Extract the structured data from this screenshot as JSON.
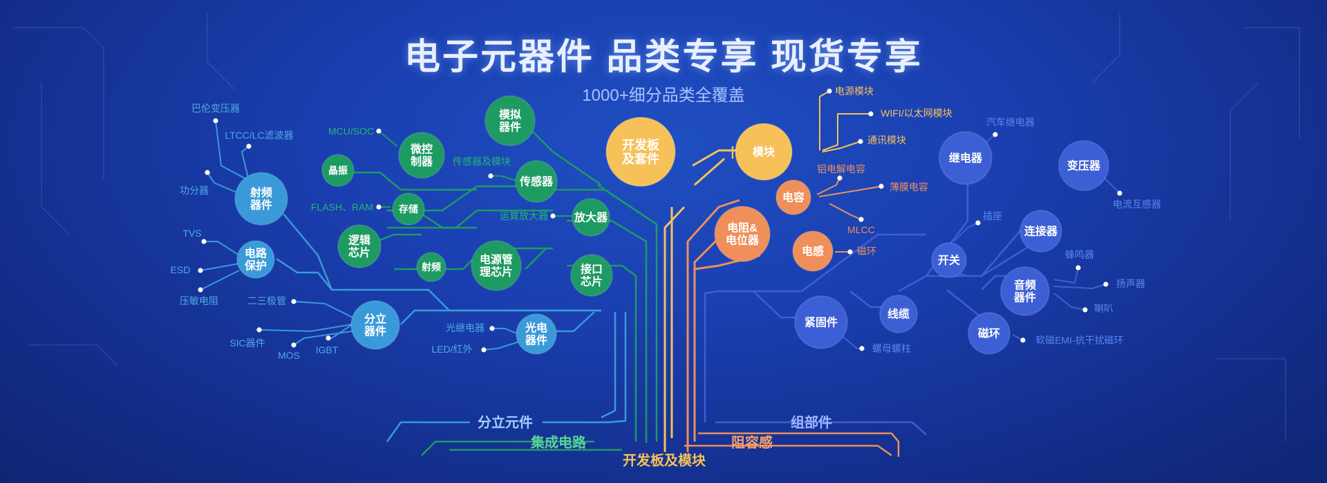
{
  "header": {
    "title": "电子元器件  品类专享  现货专享",
    "subtitle": "1000+细分品类全覆盖"
  },
  "colors": {
    "blue": "#3a9ad9",
    "green": "#1e9a63",
    "gold": "#f7c15a",
    "orange": "#ef8f5a",
    "indigo": "#3d5fd6"
  },
  "branches": {
    "discrete": "分立元件",
    "ic": "集成电路",
    "devboard": "开发板及模块",
    "passive": "阻容感",
    "assembly": "组部件"
  },
  "nodes": {
    "rf": "射频\n器件",
    "circuit_protect": "电路\n保护",
    "discrete_dev": "分立\n器件",
    "optoelectronic": "光电\n器件",
    "crystal": "晶振",
    "mcu": "微控\n制器",
    "analog": "模拟\n器件",
    "sensor": "传感器",
    "memory": "存储",
    "logic": "逻辑\n芯片",
    "rf_chip": "射频",
    "power_mgmt": "电源管\n理芯片",
    "amplifier": "放大器",
    "interface": "接口\n芯片",
    "devkit": "开发板\n及套件",
    "module": "模块",
    "capacitor": "电容",
    "resistor": "电阻&\n电位器",
    "inductor": "电感",
    "fastener": "紧固件",
    "cable": "线缆",
    "relay": "继电器",
    "transformer": "变压器",
    "switch": "开关",
    "connector": "连接器",
    "audio": "音频\n器件",
    "magnetic_ring": "磁环"
  },
  "leaves": {
    "balun": "巴伦变压器",
    "ltcc": "LTCC/LC滤波器",
    "divider": "功分器",
    "tvs": "TVS",
    "esd": "ESD",
    "varistor": "压敏电阻",
    "diode": "二三极管",
    "sic": "SIC器件",
    "mos": "MOS",
    "igbt": "IGBT",
    "photorelay": "光继电器",
    "led": "LED/红外",
    "mcu_soc": "MCU/SOC",
    "sensor_module": "传感器及模块",
    "flash_ram": "FLASH、RAM",
    "opamp": "运算放大器",
    "power_module": "电源模块",
    "wifi": "WIFI/以太网模块",
    "comm_module": "通讯模块",
    "al_cap": "铝电解电容",
    "film_cap": "薄膜电容",
    "mlcc": "MLCC",
    "mag_ring": "磁环",
    "nut": "螺母螺柱",
    "auto_relay": "汽车继电器",
    "current_transformer": "电流互感器",
    "socket": "插座",
    "buzzer": "蜂鸣器",
    "speaker": "扬声器",
    "horn": "喇叭",
    "emi_ring": "软磁EMI-抗干扰磁环"
  }
}
